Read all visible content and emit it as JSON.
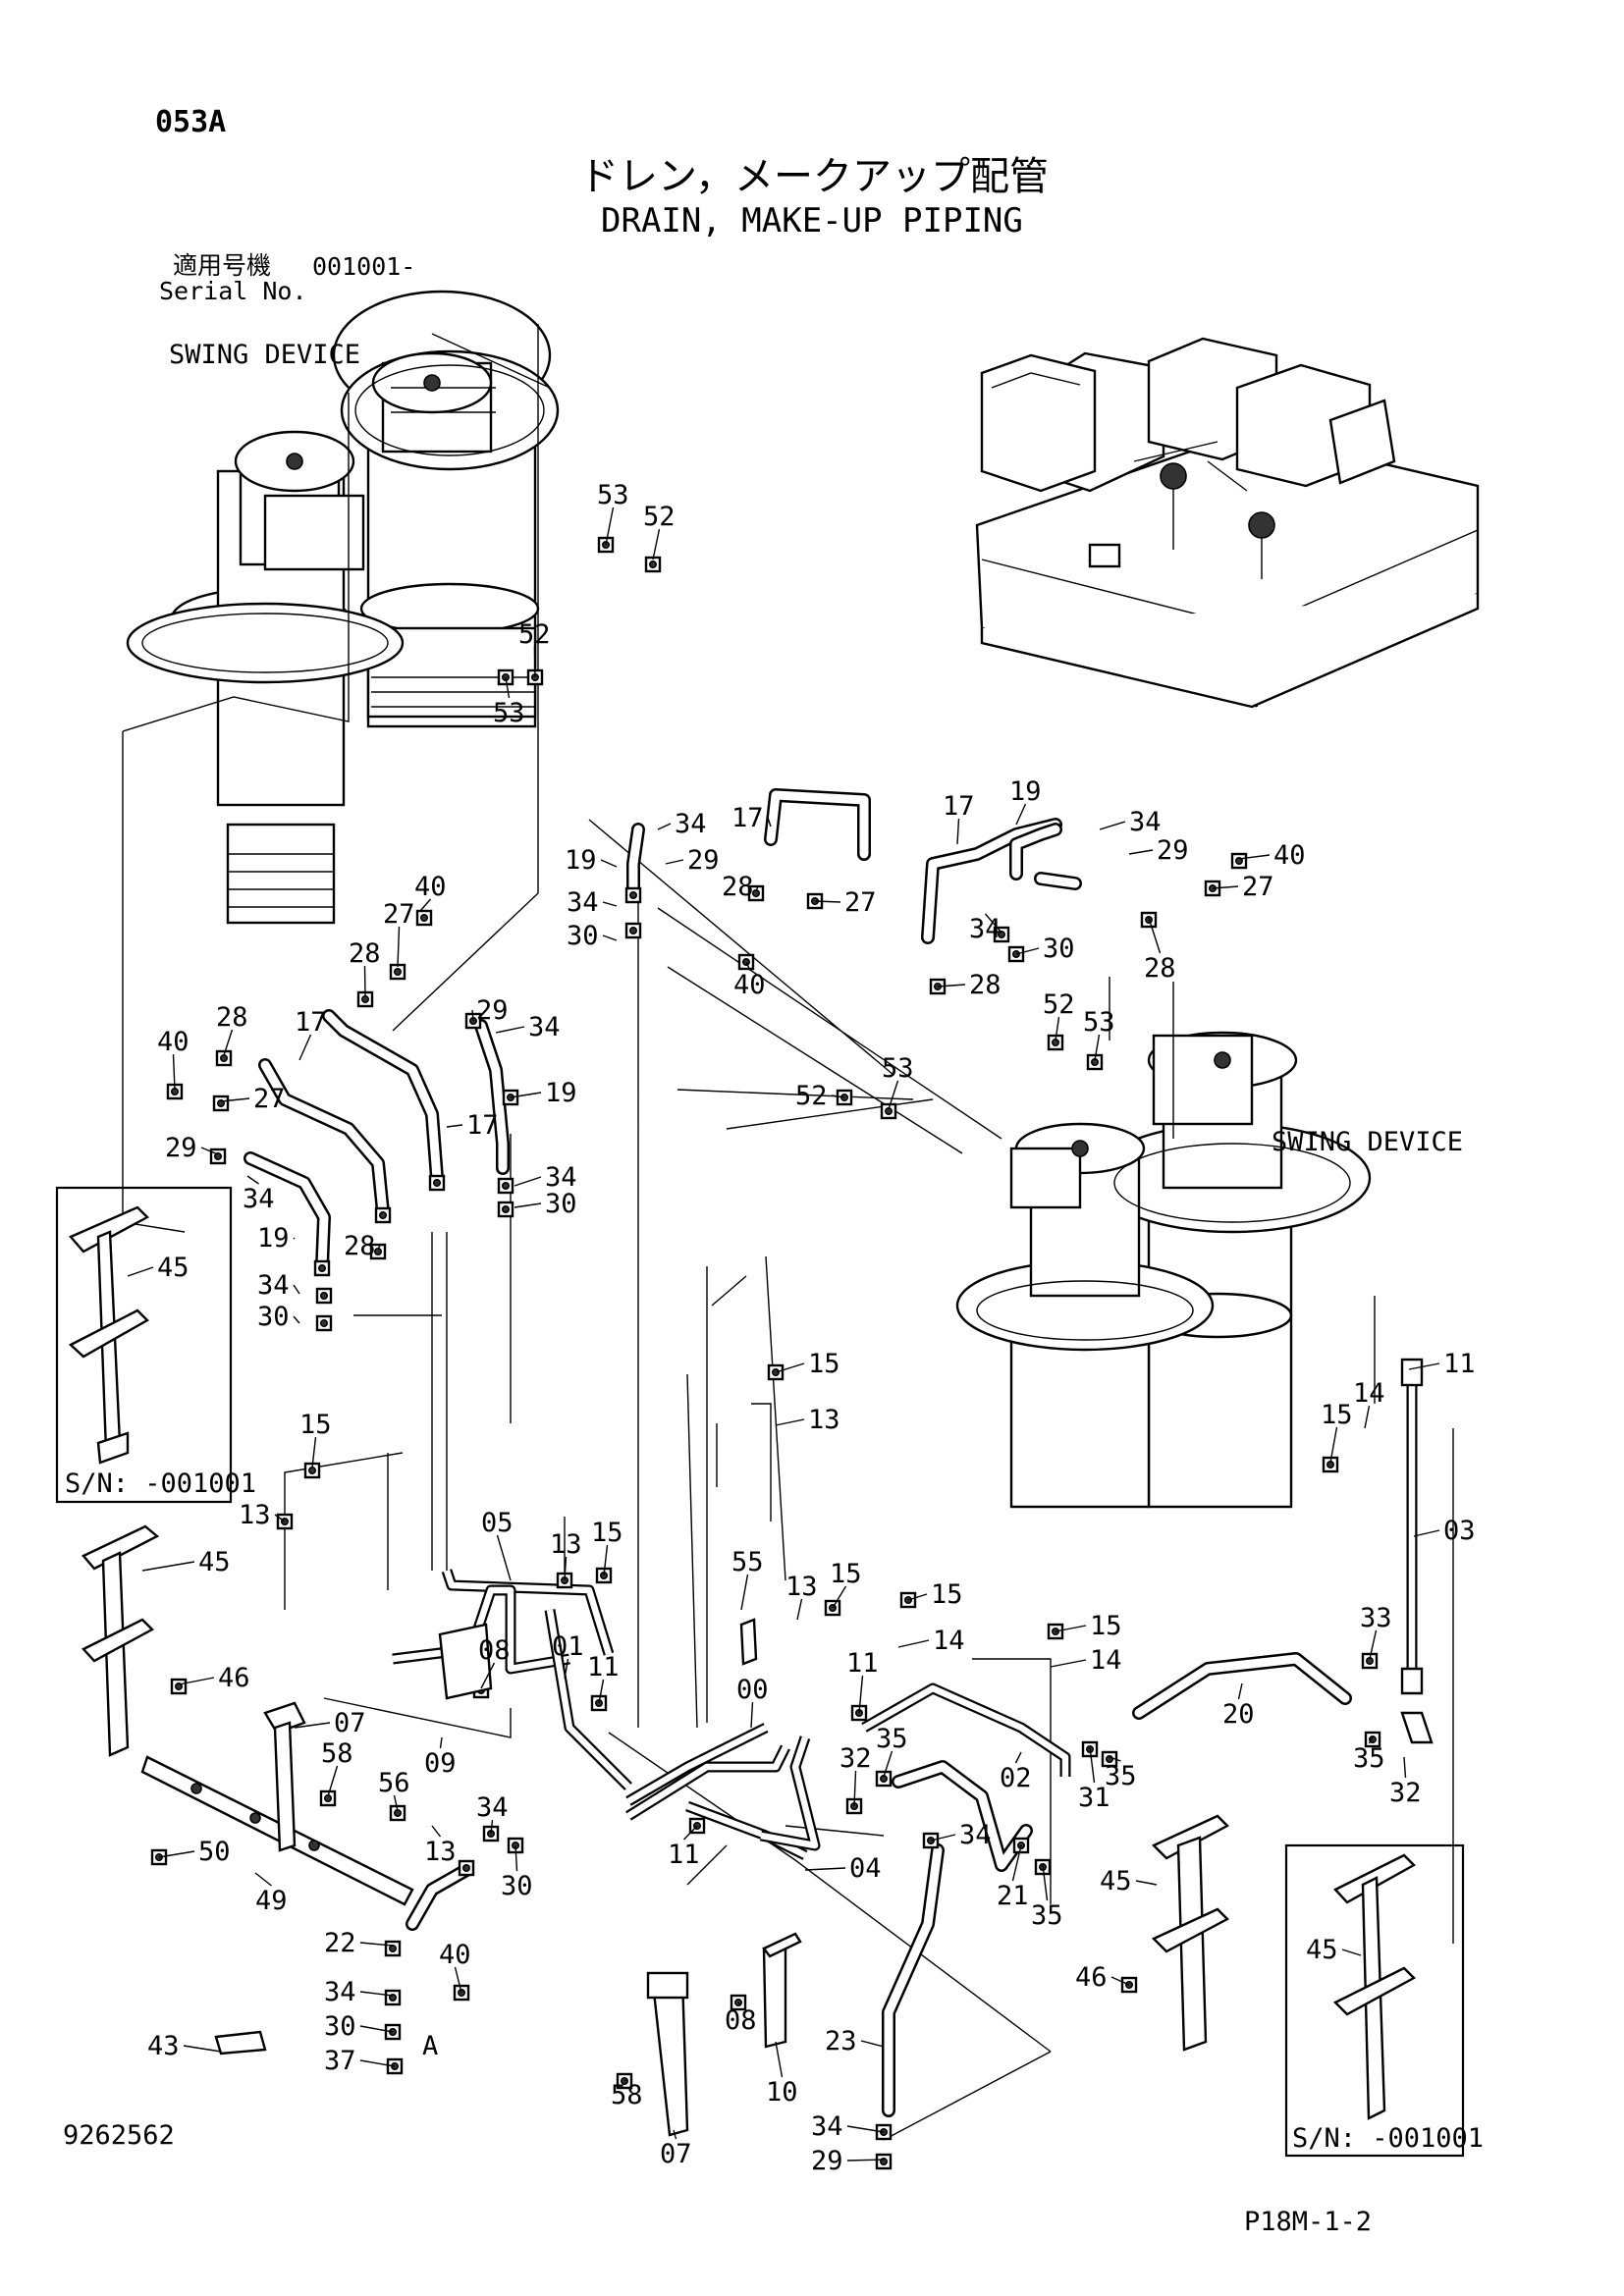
{
  "page": {
    "code": "053A",
    "title_jp": "ドレン，メークアップ配管",
    "title_en": "DRAIN, MAKE-UP PIPING",
    "serial_label_jp": "適用号機",
    "serial_value": "001001-",
    "serial_label_en": "Serial No.",
    "drawing_number": "9262562",
    "page_ref": "P18M-1-2"
  },
  "diagram": {
    "labels": [
      {
        "id": "swing-left",
        "text": "SWING DEVICE"
      },
      {
        "id": "swing-right",
        "text": "SWING DEVICE"
      },
      {
        "id": "sn-left",
        "text": "S/N: -001001"
      },
      {
        "id": "sn-right",
        "text": "S/N: -001001"
      },
      {
        "id": "view-a",
        "text": "A"
      },
      {
        "id": "c53a",
        "text": "53"
      },
      {
        "id": "c52a",
        "text": "52"
      },
      {
        "id": "c52b",
        "text": "52"
      },
      {
        "id": "c53b",
        "text": "53"
      },
      {
        "id": "c40a",
        "text": "40"
      },
      {
        "id": "c27a",
        "text": "27"
      },
      {
        "id": "c28a",
        "text": "28"
      },
      {
        "id": "c29a",
        "text": "29"
      },
      {
        "id": "c34a",
        "text": "34"
      },
      {
        "id": "c19a",
        "text": "19"
      },
      {
        "id": "c17a",
        "text": "17"
      },
      {
        "id": "c34b",
        "text": "34"
      },
      {
        "id": "c30a",
        "text": "30"
      },
      {
        "id": "c40b",
        "text": "40"
      },
      {
        "id": "c28b",
        "text": "28"
      },
      {
        "id": "c17b",
        "text": "17"
      },
      {
        "id": "c27b",
        "text": "27"
      },
      {
        "id": "c29b",
        "text": "29"
      },
      {
        "id": "c34c",
        "text": "34"
      },
      {
        "id": "c19b",
        "text": "19"
      },
      {
        "id": "c28c",
        "text": "28"
      },
      {
        "id": "c34d",
        "text": "34"
      },
      {
        "id": "c30b",
        "text": "30"
      },
      {
        "id": "c45a",
        "text": "45"
      },
      {
        "id": "c15a",
        "text": "15"
      },
      {
        "id": "c13a",
        "text": "13"
      },
      {
        "id": "c45b",
        "text": "45"
      },
      {
        "id": "c46a",
        "text": "46"
      },
      {
        "id": "c07a",
        "text": "07"
      },
      {
        "id": "c58a",
        "text": "58"
      },
      {
        "id": "c50",
        "text": "50"
      },
      {
        "id": "c49",
        "text": "49"
      },
      {
        "id": "c22",
        "text": "22"
      },
      {
        "id": "c34e",
        "text": "34"
      },
      {
        "id": "c30c",
        "text": "30"
      },
      {
        "id": "c37",
        "text": "37"
      },
      {
        "id": "c40c",
        "text": "40"
      },
      {
        "id": "c43",
        "text": "43"
      },
      {
        "id": "c34f",
        "text": "34"
      },
      {
        "id": "c19c",
        "text": "19"
      },
      {
        "id": "c29c",
        "text": "29"
      },
      {
        "id": "c17c",
        "text": "17"
      },
      {
        "id": "c28d",
        "text": "28"
      },
      {
        "id": "c27c",
        "text": "27"
      },
      {
        "id": "c34g",
        "text": "34"
      },
      {
        "id": "c30d",
        "text": "30"
      },
      {
        "id": "c40d",
        "text": "40"
      },
      {
        "id": "c17d",
        "text": "17"
      },
      {
        "id": "c19d",
        "text": "19"
      },
      {
        "id": "c34h",
        "text": "34"
      },
      {
        "id": "c29d",
        "text": "29"
      },
      {
        "id": "c40e",
        "text": "40"
      },
      {
        "id": "c27d",
        "text": "27"
      },
      {
        "id": "c34i",
        "text": "34"
      },
      {
        "id": "c30e",
        "text": "30"
      },
      {
        "id": "c28e",
        "text": "28"
      },
      {
        "id": "c28f",
        "text": "28"
      },
      {
        "id": "c52c",
        "text": "52"
      },
      {
        "id": "c53c",
        "text": "53"
      },
      {
        "id": "c52d",
        "text": "52"
      },
      {
        "id": "c53d",
        "text": "53"
      },
      {
        "id": "c15b",
        "text": "15"
      },
      {
        "id": "c13b",
        "text": "13"
      },
      {
        "id": "c11a",
        "text": "11"
      },
      {
        "id": "c14a",
        "text": "14"
      },
      {
        "id": "c15c",
        "text": "15"
      },
      {
        "id": "c03",
        "text": "03"
      },
      {
        "id": "c33",
        "text": "33"
      },
      {
        "id": "c05",
        "text": "05"
      },
      {
        "id": "c13c",
        "text": "13"
      },
      {
        "id": "c15d",
        "text": "15"
      },
      {
        "id": "c55",
        "text": "55"
      },
      {
        "id": "c13d",
        "text": "13"
      },
      {
        "id": "c15e",
        "text": "15"
      },
      {
        "id": "c15f",
        "text": "15"
      },
      {
        "id": "c14b",
        "text": "14"
      },
      {
        "id": "c15g",
        "text": "15"
      },
      {
        "id": "c14c",
        "text": "14"
      },
      {
        "id": "c08a",
        "text": "08"
      },
      {
        "id": "c01",
        "text": "01"
      },
      {
        "id": "c11b",
        "text": "11"
      },
      {
        "id": "c00",
        "text": "00"
      },
      {
        "id": "c11c",
        "text": "11"
      },
      {
        "id": "c09",
        "text": "09"
      },
      {
        "id": "c20",
        "text": "20"
      },
      {
        "id": "c35a",
        "text": "35"
      },
      {
        "id": "c32a",
        "text": "32"
      },
      {
        "id": "c02",
        "text": "02"
      },
      {
        "id": "c31",
        "text": "31"
      },
      {
        "id": "c35b",
        "text": "35"
      },
      {
        "id": "c35c",
        "text": "35"
      },
      {
        "id": "c32b",
        "text": "32"
      },
      {
        "id": "c56",
        "text": "56"
      },
      {
        "id": "c13e",
        "text": "13"
      },
      {
        "id": "c34j",
        "text": "34"
      },
      {
        "id": "c30f",
        "text": "30"
      },
      {
        "id": "c11d",
        "text": "11"
      },
      {
        "id": "c04",
        "text": "04"
      },
      {
        "id": "c34k",
        "text": "34"
      },
      {
        "id": "c21",
        "text": "21"
      },
      {
        "id": "c35d",
        "text": "35"
      },
      {
        "id": "c45c",
        "text": "45"
      },
      {
        "id": "c46b",
        "text": "46"
      },
      {
        "id": "c45d",
        "text": "45"
      },
      {
        "id": "c08b",
        "text": "08"
      },
      {
        "id": "c10",
        "text": "10"
      },
      {
        "id": "c58b",
        "text": "58"
      },
      {
        "id": "c07b",
        "text": "07"
      },
      {
        "id": "c23",
        "text": "23"
      },
      {
        "id": "c34l",
        "text": "34"
      },
      {
        "id": "c29e",
        "text": "29"
      }
    ]
  }
}
